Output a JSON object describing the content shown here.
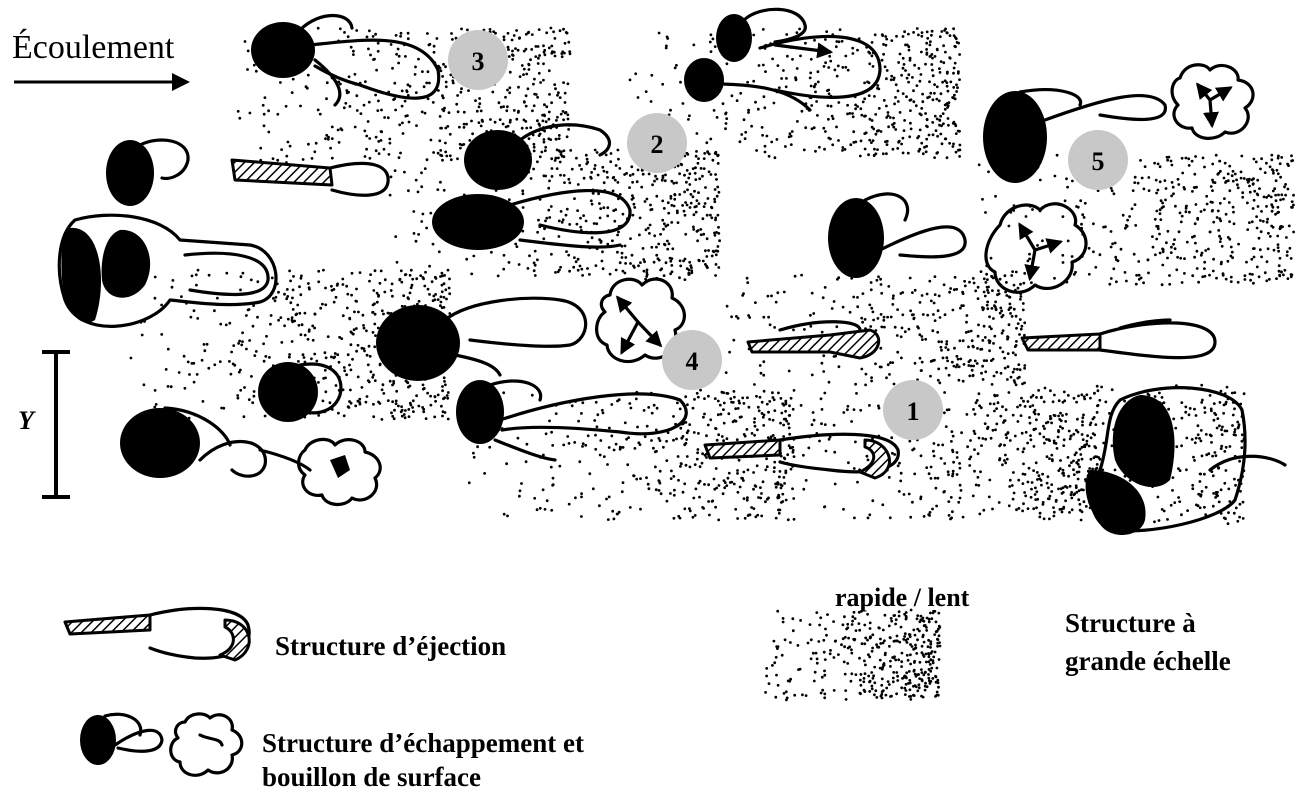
{
  "flow_label": "Écoulement",
  "y_label": "Y",
  "markers": [
    "1",
    "2",
    "3",
    "4",
    "5"
  ],
  "legend": {
    "ejection_label": "Structure d’éjection",
    "speed_label": "rapide / lent",
    "large_scale_line1": "Structure à",
    "large_scale_line2": "grande échelle",
    "escape_line1": "Structure d’échappement et",
    "escape_line2": "bouillon de surface"
  },
  "colors": {
    "ink": "#000000",
    "marker_fill": "#c8c8c8",
    "background": "#ffffff"
  }
}
